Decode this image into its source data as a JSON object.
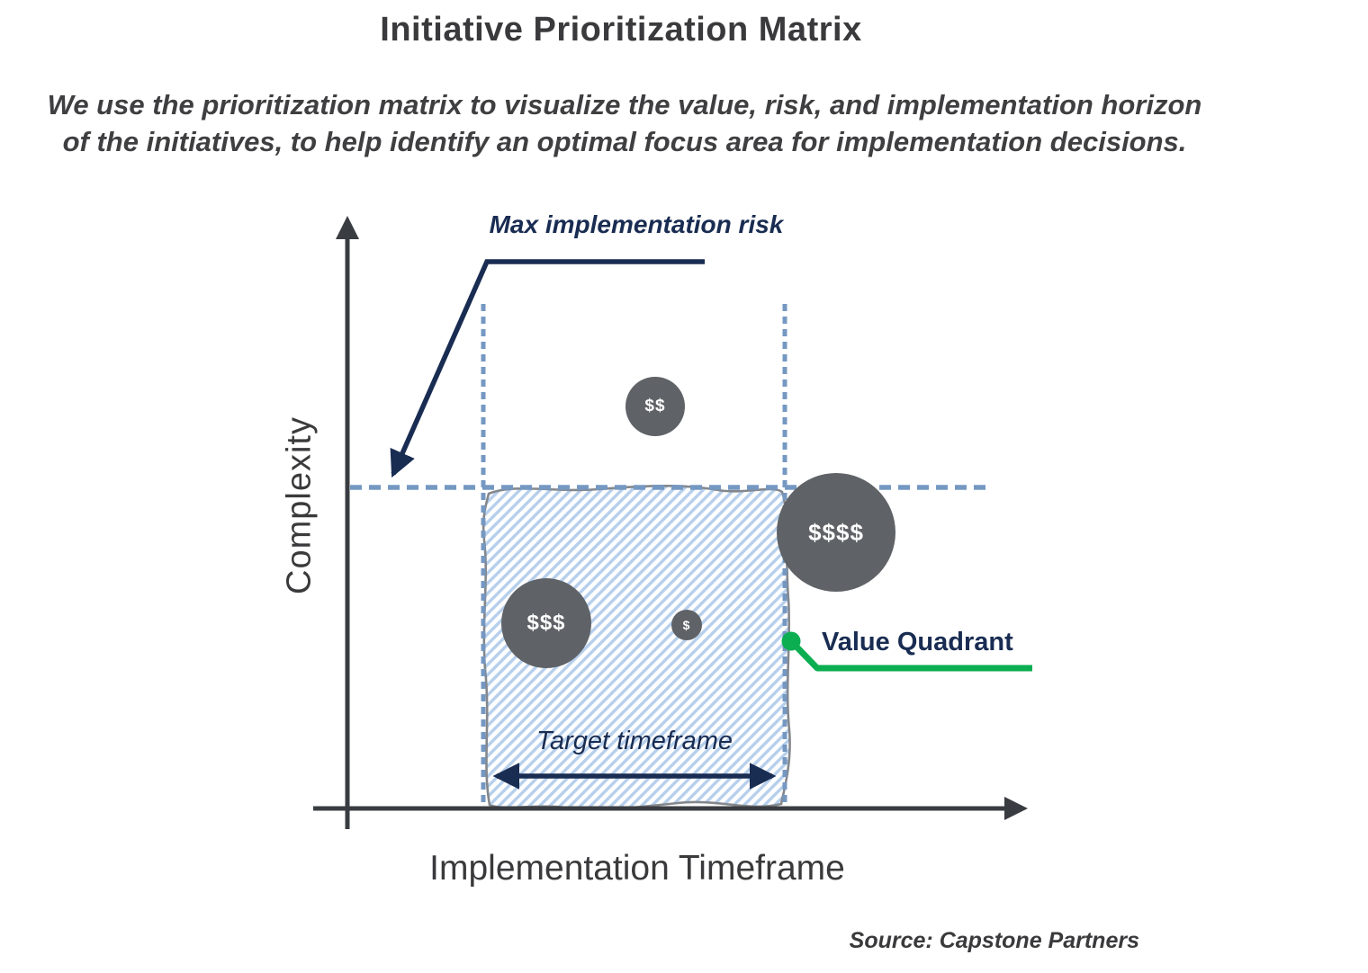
{
  "title": "Initiative Prioritization Matrix",
  "subtitle": {
    "line1": "We use the prioritization matrix to visualize the value, risk, and implementation horizon",
    "line2": "of the initiatives, to help identify an optimal focus area for implementation decisions."
  },
  "axes": {
    "y_label": "Complexity",
    "x_label": "Implementation Timeframe"
  },
  "annotations": {
    "max_risk_label": "Max implementation risk",
    "value_quadrant_label": "Value Quadrant",
    "target_timeframe_label": "Target timeframe"
  },
  "bubbles": [
    {
      "label": "$$",
      "size": "medium",
      "placement": "above max implementation risk line, inside target timeframe"
    },
    {
      "label": "$$$$",
      "size": "largest",
      "placement": "straddling max risk line at right edge of target timeframe"
    },
    {
      "label": "$$$",
      "size": "large",
      "placement": "inside value quadrant, left side"
    },
    {
      "label": "$",
      "size": "small",
      "placement": "inside value quadrant, center"
    }
  ],
  "source": "Source: Capstone Partners",
  "colors": {
    "navy": "#192c52",
    "green": "#0cae52",
    "dashed_blue": "#7598c2",
    "hatch_blue": "#b6cfec",
    "region_outline_gray": "#84888d",
    "bubble_gray": "#5f6367",
    "axis_gray": "#393c40",
    "text_dark": "#3a3a3c"
  }
}
